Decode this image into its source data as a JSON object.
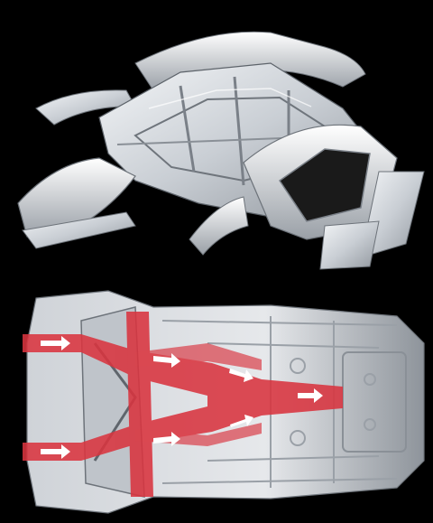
{
  "image": {
    "background": "#000000",
    "panels": [
      {
        "name": "exploded-body-in-white",
        "description_visible_text": ""
      },
      {
        "name": "underbody-load-paths",
        "description_visible_text": ""
      }
    ]
  },
  "colors": {
    "metal_light": "#e9ecef",
    "metal_mid": "#b8bec6",
    "metal_dark": "#7a8088",
    "load_path_red": "#d9343f",
    "arrow_white": "#ffffff"
  },
  "icons": [
    "car-body-shell",
    "hood-panel",
    "door-panel",
    "fender-panel",
    "roof-panel",
    "underbody-frame",
    "load-arrow"
  ]
}
